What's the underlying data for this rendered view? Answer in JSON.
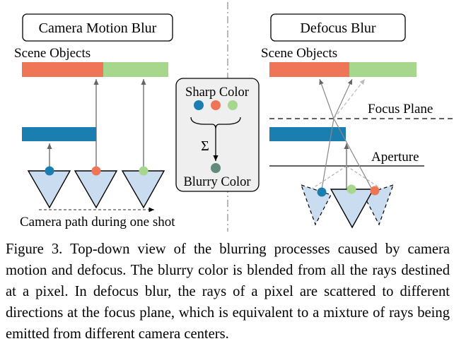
{
  "figure": {
    "left_panel": {
      "title": "Camera Motion Blur",
      "scene_label": "Scene Objects",
      "path_label": "Camera path during one shot"
    },
    "center_panel": {
      "sharp_label": "Sharp Color",
      "sum_symbol": "Σ",
      "blurry_label": "Blurry Color"
    },
    "right_panel": {
      "title": "Defocus Blur",
      "scene_label": "Scene Objects",
      "focus_label": "Focus Plane",
      "aperture_label": "Aperture"
    },
    "colors": {
      "orange": "#ee7656",
      "green": "#a6d78c",
      "blue": "#1a7fb0",
      "camera_fill": "#c9dcf0",
      "dot_gray": "#5f8b78",
      "panel_bg": "#efefef"
    }
  },
  "caption": {
    "label": "Figure 3.",
    "text": "Top-down view of the blurring processes caused by camera motion and defocus. The blurry color is blended from all the rays destined at a pixel. In defocus blur, the rays of a pixel are scattered to different directions at the focus plane, which is equivalent to a mixture of rays being emitted from different camera centers."
  }
}
